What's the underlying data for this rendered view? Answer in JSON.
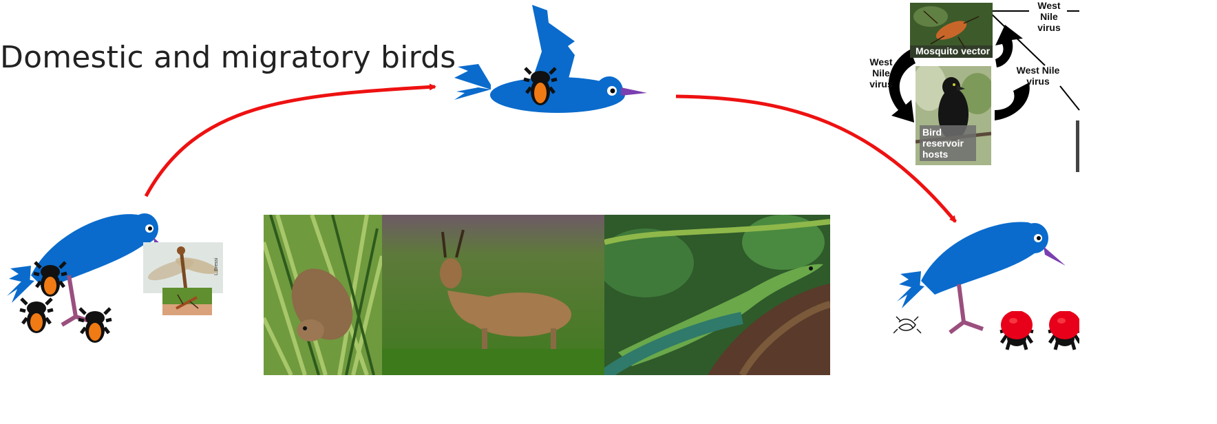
{
  "slide": {
    "title": "Domestic and migratory birds"
  },
  "wnv_diagram": {
    "label_top_right": [
      "West",
      "Nile",
      "virus"
    ],
    "label_left": [
      "West",
      "Nile",
      "virus"
    ],
    "label_right": [
      "West Nile",
      "virus"
    ],
    "mosquito_caption": "Mosquito vector",
    "bird_caption": [
      "Bird",
      "reservoir",
      "hosts"
    ]
  },
  "photo_credit": "L.Bressi",
  "colors": {
    "bird_blue": "#0a6bcc",
    "arrow_red": "#ee1111",
    "tick_orange": "#f07a14",
    "tick_red": "#e8001a",
    "beak_purple": "#7a3fb0",
    "leg_mauve": "#9a4f7e"
  },
  "icons": [
    "blue-bird-icon",
    "tick-icon",
    "red-arrow-icon",
    "cycle-arrow-icon"
  ]
}
